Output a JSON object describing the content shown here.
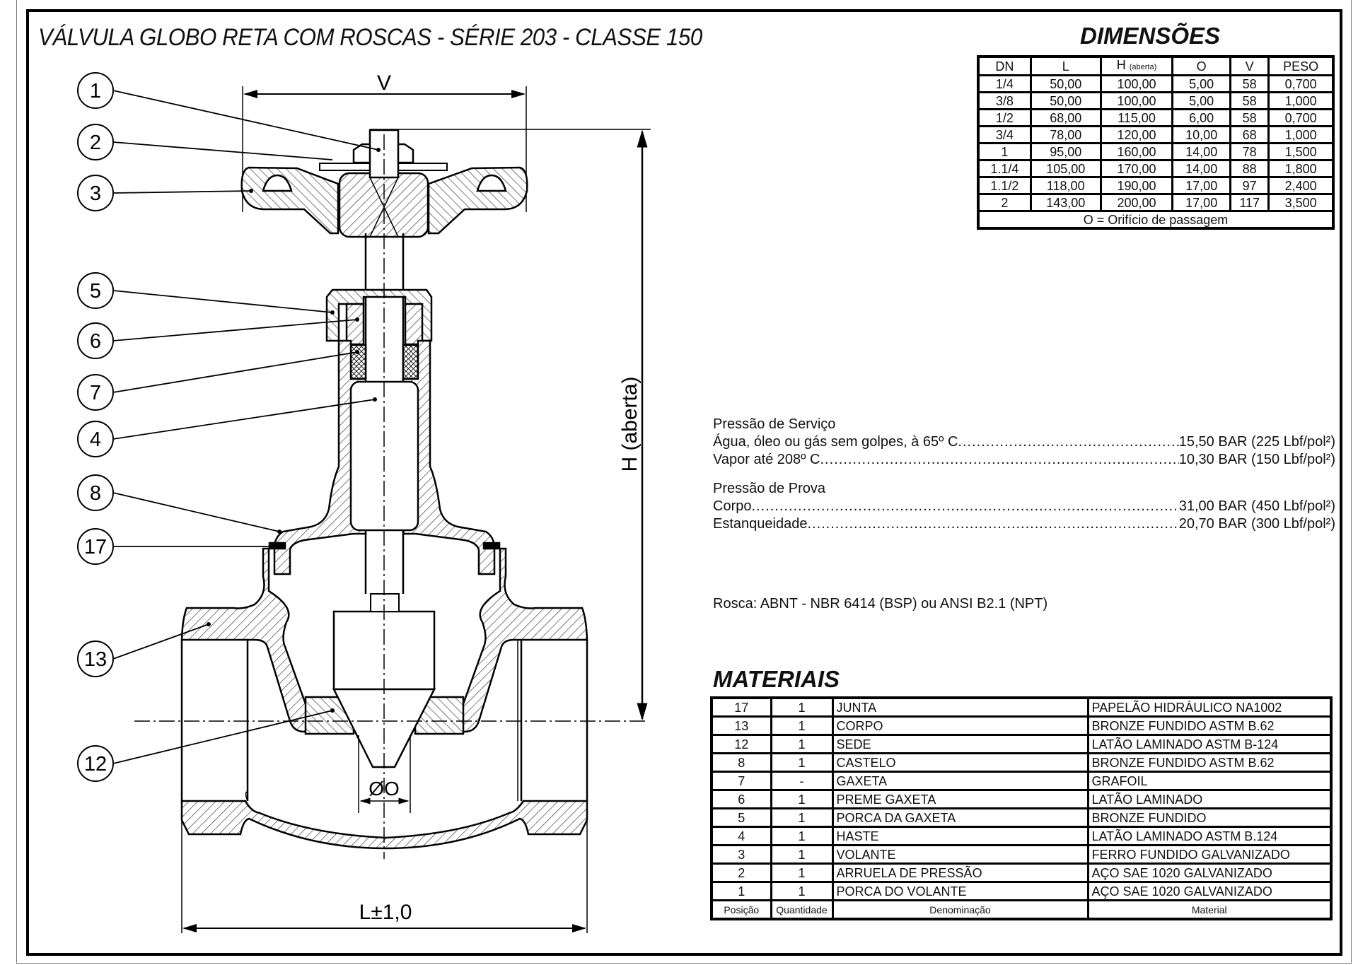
{
  "title": "VÁLVULA GLOBO RETA COM ROSCAS - SÉRIE 203 -  CLASSE 150",
  "drawing": {
    "balloons": [
      "1",
      "2",
      "3",
      "5",
      "6",
      "7",
      "4",
      "8",
      "17",
      "13",
      "12"
    ],
    "dim_v": "V",
    "dim_h": "H (aberta)",
    "dim_l": "L±1,0",
    "dim_o": "ØO"
  },
  "dimensions": {
    "title": "DIMENSÕES",
    "headers": [
      "DN",
      "L",
      "H",
      "(aberta)",
      "O",
      "V",
      "PESO"
    ],
    "rows": [
      [
        "1/4",
        "50,00",
        "100,00",
        "5,00",
        "58",
        "0,700"
      ],
      [
        "3/8",
        "50,00",
        "100,00",
        "5,00",
        "58",
        "1,000"
      ],
      [
        "1/2",
        "68,00",
        "115,00",
        "6,00",
        "58",
        "0,700"
      ],
      [
        "3/4",
        "78,00",
        "120,00",
        "10,00",
        "68",
        "1,000"
      ],
      [
        "1",
        "95,00",
        "160,00",
        "14,00",
        "78",
        "1,500"
      ],
      [
        "1.1/4",
        "105,00",
        "170,00",
        "14,00",
        "88",
        "1,800"
      ],
      [
        "1.1/2",
        "118,00",
        "190,00",
        "17,00",
        "97",
        "2,400"
      ],
      [
        "2",
        "143,00",
        "200,00",
        "17,00",
        "117",
        "3,500"
      ]
    ],
    "footnote": "O = Orifício de passagem"
  },
  "pressure": {
    "service_title": "Pressão de Serviço",
    "service": [
      {
        "label": "Água, óleo ou gás sem golpes, à 65º C",
        "value": "15,50 BAR (225 Lbf/pol²)"
      },
      {
        "label": "Vapor até 208º C",
        "value": "10,30 BAR (150 Lbf/pol²)"
      }
    ],
    "test_title": "Pressão de Prova",
    "test": [
      {
        "label": "Corpo",
        "value": "31,00 BAR (450 Lbf/pol²)"
      },
      {
        "label": "Estanqueidade",
        "value": "20,70 BAR (300 Lbf/pol²)"
      }
    ],
    "thread": "Rosca: ABNT - NBR 6414 (BSP) ou ANSI B2.1 (NPT)"
  },
  "materials": {
    "title": "MATERIAIS",
    "rows": [
      [
        "17",
        "1",
        "JUNTA",
        "PAPELÃO HIDRÁULICO NA1002"
      ],
      [
        "13",
        "1",
        "CORPO",
        "BRONZE FUNDIDO ASTM B.62"
      ],
      [
        "12",
        "1",
        "SEDE",
        "LATÃO LAMINADO ASTM B-124"
      ],
      [
        "8",
        "1",
        "CASTELO",
        "BRONZE FUNDIDO ASTM B.62"
      ],
      [
        "7",
        "-",
        "GAXETA",
        "GRAFOIL"
      ],
      [
        "6",
        "1",
        "PREME GAXETA",
        "LATÃO LAMINADO"
      ],
      [
        "5",
        "1",
        "PORCA DA GAXETA",
        "BRONZE FUNDIDO"
      ],
      [
        "4",
        "1",
        "HASTE",
        "LATÃO LAMINADO ASTM B.124"
      ],
      [
        "3",
        "1",
        "VOLANTE",
        "FERRO FUNDIDO GALVANIZADO"
      ],
      [
        "2",
        "1",
        "ARRUELA DE PRESSÃO",
        "AÇO SAE 1020 GALVANIZADO"
      ],
      [
        "1",
        "1",
        "PORCA DO VOLANTE",
        "AÇO SAE 1020 GALVANIZADO"
      ]
    ],
    "headers": [
      "Posição",
      "Quantidade",
      "Denominação",
      "Material"
    ]
  }
}
